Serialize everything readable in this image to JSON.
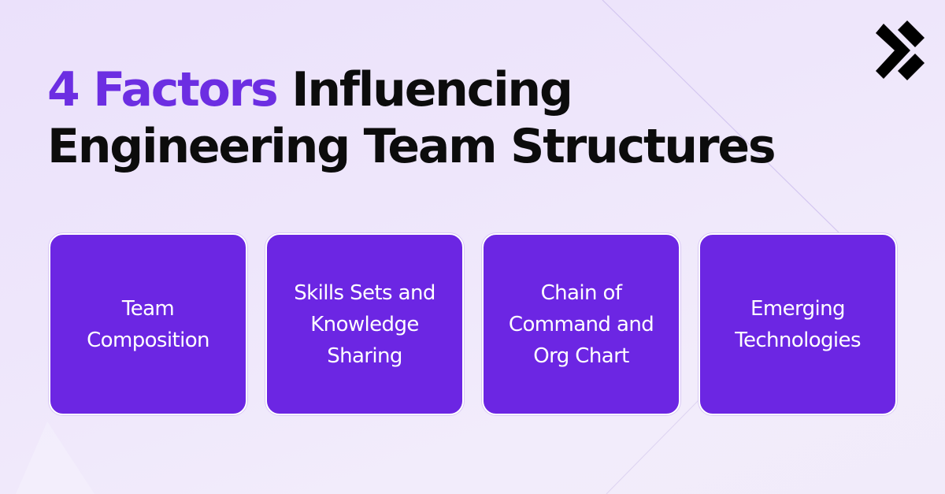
{
  "header": {
    "title_accent": "4 Factors",
    "title_line1_rest": " Influencing",
    "title_line2": "Engineering Team Structures"
  },
  "logo": {
    "icon": "brand-x-arrow-logo-icon",
    "color": "#000000"
  },
  "colors": {
    "accent": "#6c2ee2",
    "card_background": "#6c26e3",
    "card_text": "#ffffff",
    "title_text": "#0c0c0c",
    "background": "#eee6fb"
  },
  "cards": [
    {
      "label": "Team Composition"
    },
    {
      "label": "Skills Sets and Knowledge Sharing"
    },
    {
      "label": "Chain of Command and Org Chart"
    },
    {
      "label": "Emerging Technologies"
    }
  ]
}
